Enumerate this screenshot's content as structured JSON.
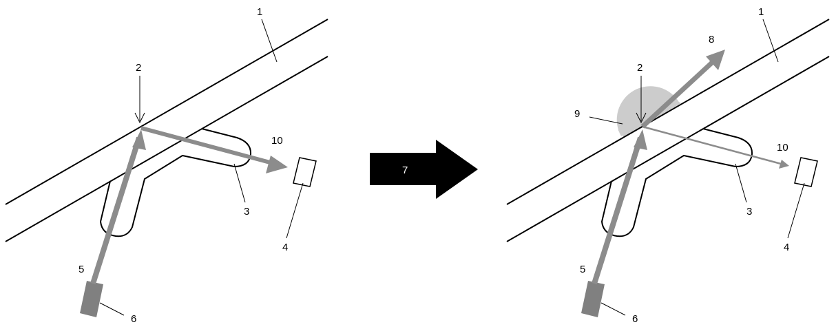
{
  "left_panel": {
    "labels": {
      "road": "1",
      "point": "2",
      "tube": "3",
      "target": "4",
      "beam": "5",
      "source": "6",
      "deflected": "10"
    }
  },
  "transition": {
    "label": "7"
  },
  "right_panel": {
    "labels": {
      "road": "1",
      "point": "2",
      "tube": "3",
      "target": "4",
      "beam": "5",
      "source": "6",
      "reflected": "8",
      "spot": "9",
      "deflected": "10"
    }
  },
  "colors": {
    "line": "#000000",
    "arrow": "#8c8c8c",
    "spot": "#cccccc",
    "source": "#808080",
    "transition_arrow": "#000000"
  }
}
